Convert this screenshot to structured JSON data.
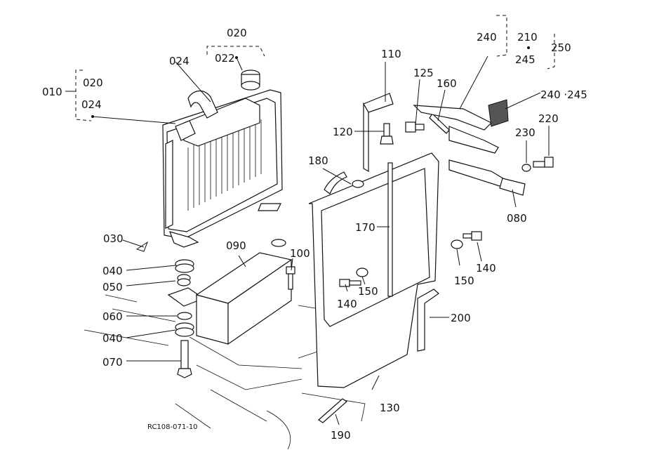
{
  "drawing_code": "RC108-071-10",
  "labels": {
    "l010": "010",
    "l020a": "020",
    "l024a": "024",
    "l020b": "020",
    "l022": "022",
    "l024b": "024",
    "l030": "030",
    "l040a": "040",
    "l050": "050",
    "l060": "060",
    "l040b": "040",
    "l070": "070",
    "l090": "090",
    "l100": "100",
    "l110": "110",
    "l120": "120",
    "l125": "125",
    "l160": "160",
    "l180": "180",
    "l170": "170",
    "l130": "130",
    "l190": "190",
    "l200": "200",
    "l140a": "140",
    "l150a": "150",
    "l150b": "150",
    "l140b": "140",
    "l080": "080",
    "l230": "230",
    "l220": "220",
    "l240a": "240",
    "l210": "210",
    "l245a": "245",
    "l250": "250",
    "l240245": "240 ·245"
  }
}
